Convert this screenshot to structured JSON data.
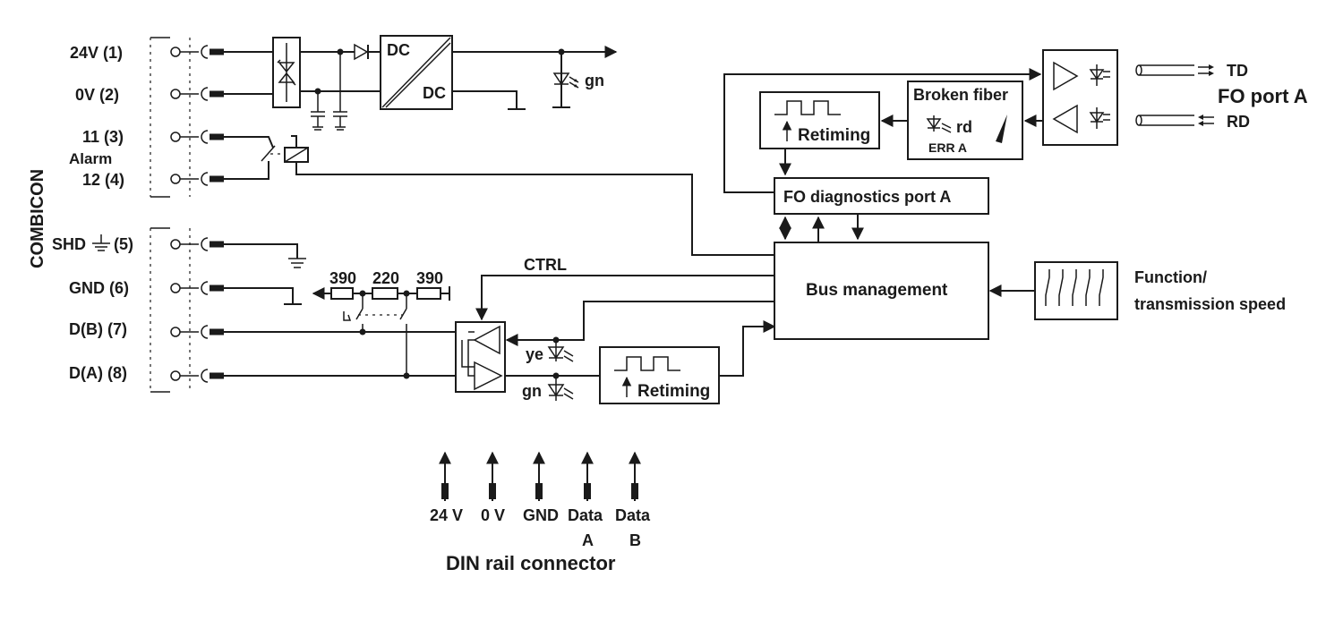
{
  "terminals": {
    "t1": "24V (1)",
    "t2": "0V (2)",
    "t3": "11 (3)",
    "alarm": "Alarm",
    "t4": "12 (4)",
    "t5": "(5)",
    "shd": "SHD",
    "t6": "GND (6)",
    "t7": "D(B) (7)",
    "t8": "D(A) (8)",
    "side_label": "COMBICON"
  },
  "power": {
    "dc_in": "DC",
    "dc_out": "DC",
    "led_power": "gn"
  },
  "resistors": [
    "390",
    "220",
    "390"
  ],
  "signals": {
    "ctrl": "CTRL",
    "led_ye": "ye",
    "led_gn": "gn"
  },
  "blocks": {
    "retiming_lower": "Retiming",
    "retiming_upper": "Retiming",
    "broken_fiber": "Broken fiber",
    "broken_fiber_led": "rd",
    "err": "ERR A",
    "fo_diag": "FO diagnostics port A",
    "bus_mgmt": "Bus management",
    "function_label_1": "Function/",
    "function_label_2": "transmission speed"
  },
  "fo_port": {
    "td": "TD",
    "rd": "RD",
    "title": "FO port A"
  },
  "din_rail": {
    "pins": [
      {
        "line1": "24 V",
        "line2": ""
      },
      {
        "line1": "0 V",
        "line2": ""
      },
      {
        "line1": "GND",
        "line2": ""
      },
      {
        "line1": "Data",
        "line2": "A"
      },
      {
        "line1": "Data",
        "line2": "B"
      }
    ],
    "title": "DIN rail connector"
  }
}
